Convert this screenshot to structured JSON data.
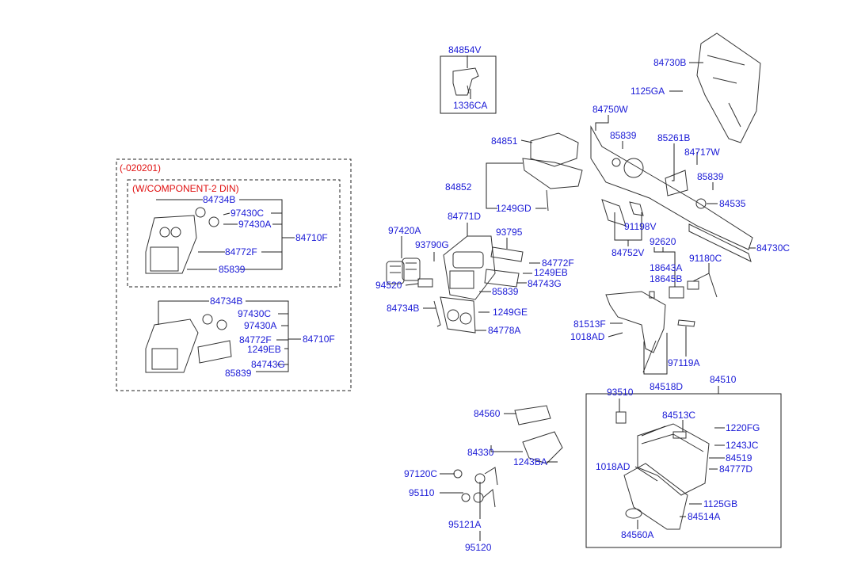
{
  "colors": {
    "label": "#1a1ad6",
    "variant": "#e01010",
    "line": "#222222"
  },
  "variants": [
    {
      "label": "(-020201)"
    },
    {
      "label": "(W/COMPONENT-2 DIN)"
    }
  ],
  "parts": [
    "84854V",
    "1336CA",
    "84730B",
    "1125GA",
    "84750W",
    "85839",
    "85261B",
    "84717W",
    "85839",
    "84535",
    "84851",
    "84852",
    "1249GD",
    "84771D",
    "97420A",
    "93795",
    "93790G",
    "84772F",
    "1249EB",
    "84743G",
    "94520",
    "85839",
    "84734B",
    "1249GE",
    "84778A",
    "91198V",
    "84752V",
    "92620",
    "84730C",
    "91180C",
    "18643A",
    "18645B",
    "81513F",
    "1018AD",
    "97119A",
    "84518D",
    "84510",
    "93510",
    "84513C",
    "1220FG",
    "1243JC",
    "84519",
    "84777D",
    "1018AD",
    "1125GB",
    "84514A",
    "84560A",
    "84560",
    "84330",
    "1243BA",
    "97120C",
    "95110",
    "95121A",
    "95120",
    "84734B",
    "97430C",
    "97430A",
    "84710F",
    "84772F",
    "85839",
    "84734B",
    "97430C",
    "97430A",
    "84710F",
    "84772F",
    "1249EB",
    "84743G",
    "85839"
  ]
}
